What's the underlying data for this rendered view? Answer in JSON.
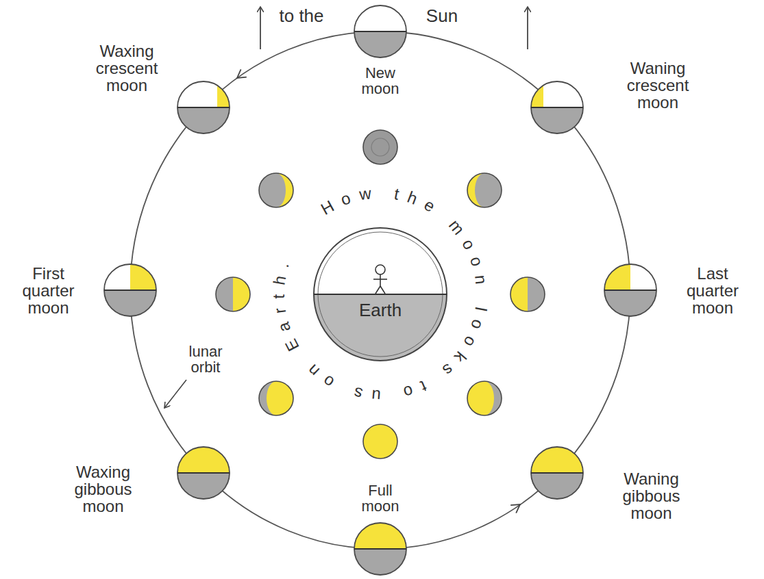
{
  "diagram": {
    "nodes": [
      {
        "text": [
          "Earth"
        ]
      }
    ],
    "labels": [
      "to the",
      "Sun",
      "Waxing crescent moon",
      "New moon",
      "Waning crescent moon",
      "How the moon looks to us on Earth.",
      "First quarter moon",
      "Last quarter moon",
      "lunar orbit",
      "Waxing gibbous moon",
      "Full moon",
      "Waning gibbous moon"
    ]
  }
}
